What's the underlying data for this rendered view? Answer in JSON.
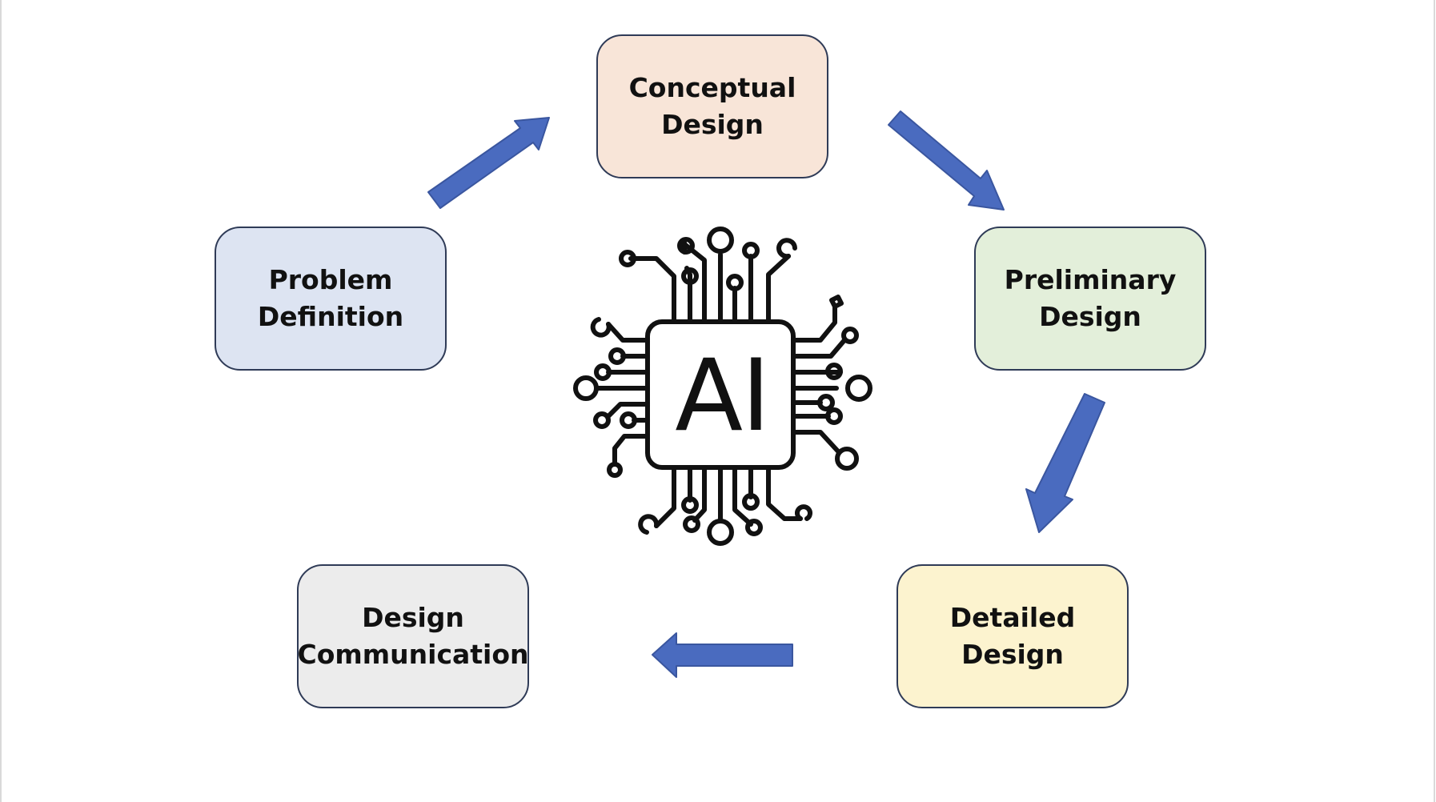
{
  "colors": {
    "arrow": "#4a6bbf",
    "arrow_stroke": "#3a569f",
    "node_border": "#2f3b57",
    "chip_ink": "#111111"
  },
  "nodes": [
    {
      "id": "conceptual",
      "lines": [
        "Conceptual",
        "Design"
      ],
      "fill": "#f8e5d8"
    },
    {
      "id": "preliminary",
      "lines": [
        "Preliminary",
        "Design"
      ],
      "fill": "#e3efda"
    },
    {
      "id": "detailed",
      "lines": [
        "Detailed",
        "Design"
      ],
      "fill": "#fcf3cf"
    },
    {
      "id": "communication",
      "lines": [
        "Design",
        "Communication"
      ],
      "fill": "#ececec"
    },
    {
      "id": "problem",
      "lines": [
        "Problem",
        "Definition"
      ],
      "fill": "#dde4f2"
    }
  ],
  "center": {
    "label": "AI",
    "icon": "ai-circuit-chip-icon"
  }
}
